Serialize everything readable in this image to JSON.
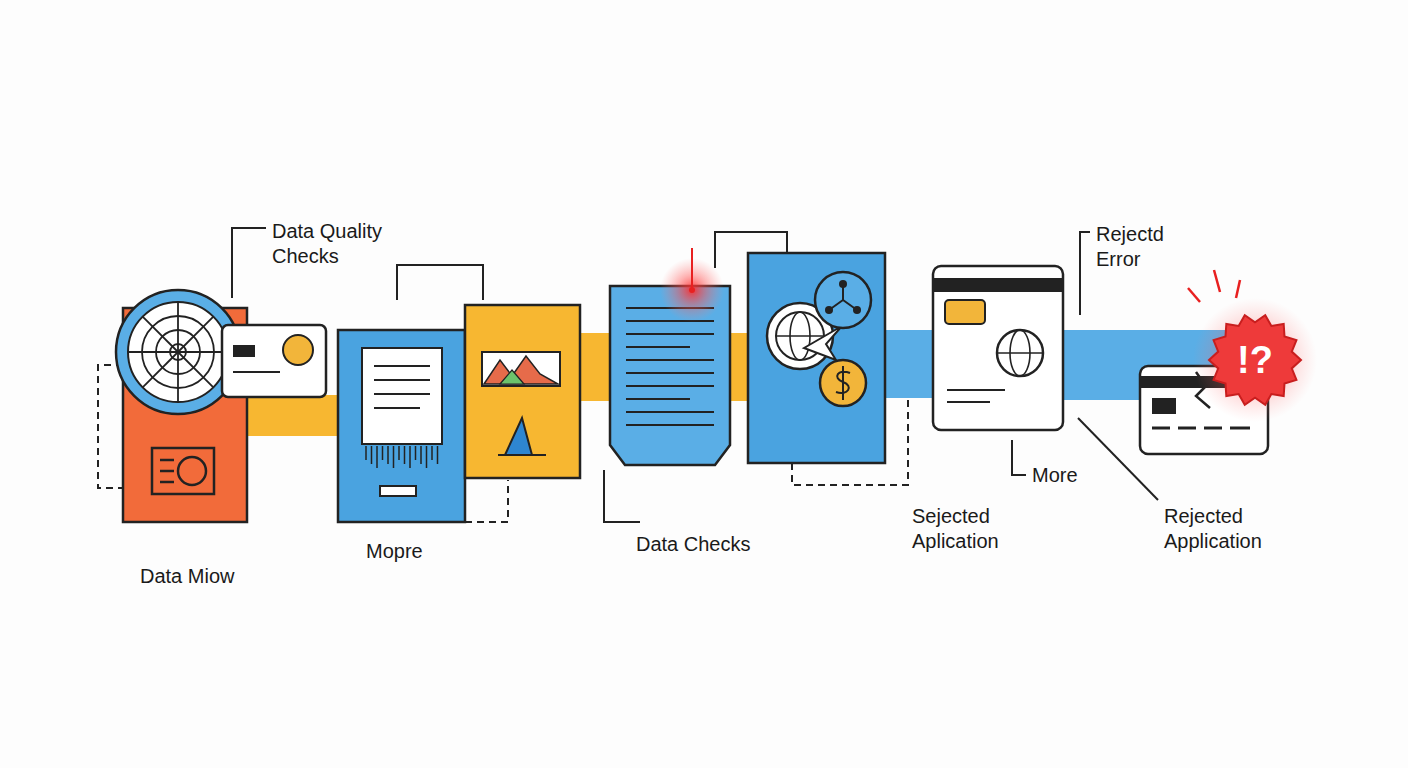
{
  "diagram": {
    "nodes": [
      {
        "text": [
          "!?"
        ]
      }
    ],
    "labels": [
      "Data Quality Checks",
      "Rejectd Error",
      "Mopre",
      "Data Checks",
      "More",
      "Sejected Aplication",
      "Rejected Application",
      "Data Miow"
    ]
  }
}
